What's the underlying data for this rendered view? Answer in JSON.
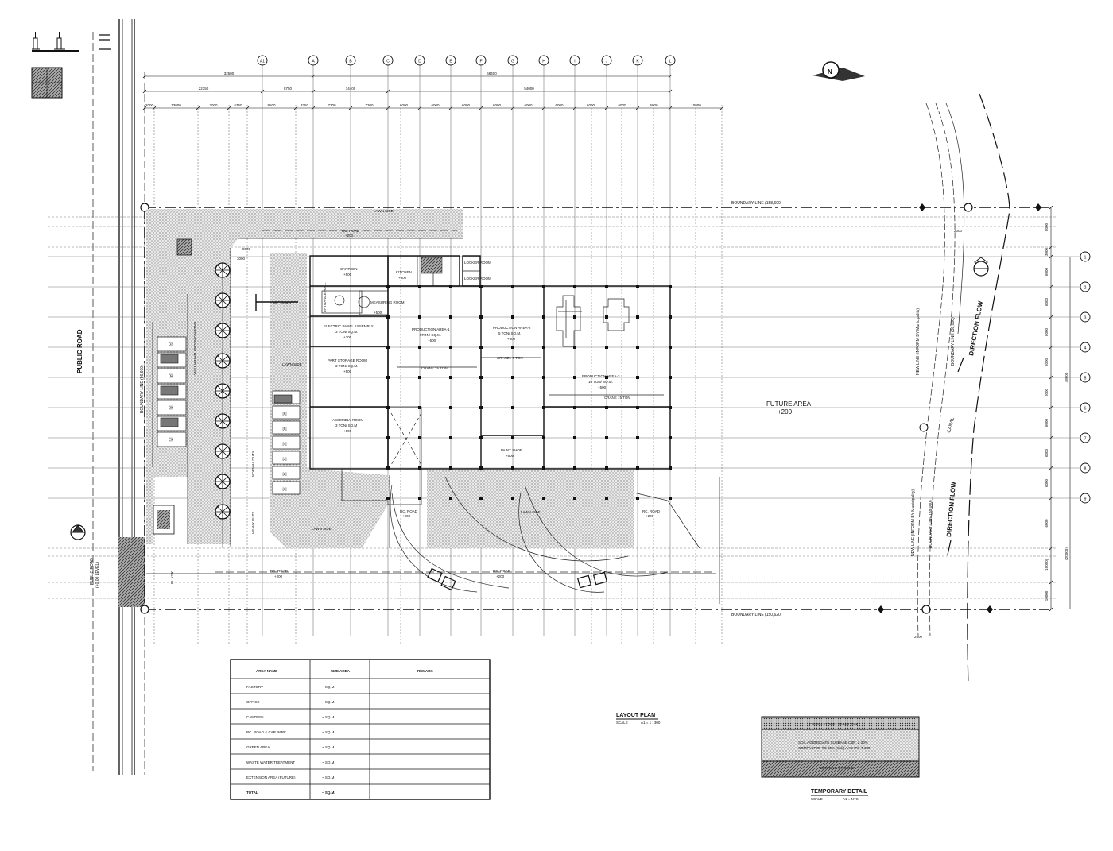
{
  "grid": {
    "columns": [
      "A1",
      "A",
      "B",
      "C",
      "D",
      "E",
      "F",
      "G",
      "H",
      "I",
      "J",
      "K",
      "L"
    ],
    "rows": [
      "1",
      "2",
      "3",
      "4",
      "5",
      "6",
      "7",
      "8",
      "9"
    ],
    "top_dims_1": [
      "32500",
      "68400"
    ],
    "top_dims_2": [
      "22350",
      "8750",
      "14400",
      "54000"
    ],
    "top_dims_3": [
      "2000",
      "13000",
      "2000",
      "6750",
      "8500",
      "3250",
      "7300",
      "7300",
      "6000",
      "6000",
      "6000",
      "6000",
      "6000",
      "6000",
      "6000",
      "6000",
      "6000",
      "10000"
    ],
    "right_dims": [
      "8000",
      "3000",
      "6000",
      "6000",
      "6000",
      "6000",
      "6000",
      "6000",
      "6000",
      "6000",
      "6000",
      "(10000)",
      "10000",
      "3000"
    ],
    "right_total": "48000",
    "right_total2": "(20000)"
  },
  "labels": {
    "public_road": "PUBLIC ROAD",
    "public_road_2": "PUBLIC ROAD",
    "public_road_level": "(+0.00 LEVEL)",
    "boundary_top": "BOUNDARY LINE (158,600)",
    "boundary_bottom": "BOUNDARY LINE (150,620)",
    "boundary_left": "BOUNDARY LINE (96,600)",
    "boundary_right": "BOUNDARY LINE (38,000)",
    "boundary_right_2": "BOUNDARY LINE (38,000)",
    "new_line_1": "NEW LINE (INFORM BY Municipality)",
    "new_line_2": "NEW LINE (INFORM BY Municipality)",
    "future_area": "FUTURE AREA",
    "future_level": "+200",
    "canal": "CANAL",
    "direction_flow_1": "DIRECTION FLOW",
    "direction_flow_2": "DIRECTION FLOW",
    "rc_road": "RC. ROAD",
    "rc_road_level": "+200",
    "lawn": "LAWN SIDE",
    "canteen": "CANTEEN",
    "canteen_level": "+500",
    "kitchen": "KITCHEN",
    "kitchen_level": "+500",
    "locker": "LOCKER ROOM",
    "entrance": "ENTRANCE HALL",
    "meeting": "MEASURING ROOM",
    "meeting_level": "+500",
    "electric": "ELECTRIC PANEL ASSEMBLY",
    "electric_load": "3 TON/ SQ.M.",
    "electric_level": "+300",
    "part_storage": "PART STORAGE ROOM",
    "part_load": "3 TON/ SQ.M.",
    "part_level": "+500",
    "assembly": "ASSEMBLY ROOM",
    "assembly_load": "3 TON/ SQ.M",
    "assembly_level": "+500",
    "prod1": "PRODUCTION AREA-1",
    "prod1_load": "5TON/ SQ.M.",
    "prod1_level": "+500",
    "prod2": "PRODUCTION AREA-2",
    "prod2_load": "5 TON/ SQ.M.",
    "prod2_level": "+500",
    "prod3": "PRODUCTION AREA-3",
    "prod3_load": "10 TON/ SQ.M.",
    "prod3_level": "+500",
    "crane_5": "CRANE : 5 TON",
    "paint": "PAINT SHOP",
    "paint_level": "+500",
    "water_tank": "UNDER GROUND WATER TANK",
    "level_200": "EL.+200",
    "normal_duty": "NORMAL DUTY",
    "heavy_duty": "HEAVY DUTY",
    "dim_2000": "2000",
    "dim_2500": "2500",
    "dim_8000": "8000",
    "dim_3000": "3000",
    "parking": [
      "[1]",
      "[2]",
      "[3]",
      "[4]",
      "[5]",
      "[6]",
      "[7]"
    ],
    "parking_left": [
      "[1]",
      "[2]",
      "[3]",
      "[4]",
      "[5]",
      "[6]",
      "[7]"
    ]
  },
  "area_table": {
    "headers": [
      "AREA NAME",
      "SIZE AREA",
      "REMARK"
    ],
    "rows": [
      [
        "FACTORY",
        "~ SQ.M.",
        ""
      ],
      [
        "OFFICE",
        "~ SQ.M.",
        ""
      ],
      [
        "CANTEEN",
        "~ SQ.M.",
        ""
      ],
      [
        "RC. ROAD & CAR PARK",
        "~ SQ.M.",
        ""
      ],
      [
        "GREEN AREA",
        "~ SQ.M.",
        ""
      ],
      [
        "WASTE WATER TREATMENT",
        "~ SQ.M.",
        ""
      ],
      [
        "EXTENSION AREA (FUTURE)",
        "~ SQ.M.",
        ""
      ],
      [
        "TOTAL",
        "~ SQ.M.",
        ""
      ]
    ]
  },
  "title_block": {
    "title": "LAYOUT PLAN",
    "scale_label": "SCALE",
    "scale_value": "A1 = 1 : 300"
  },
  "temp_detail": {
    "title": "TEMPORARY DETAIL",
    "scale_label": "SCALE",
    "scale_value": "A1 = NTS.",
    "layer_top": "CRUSH STONE : 50 MM. THK.",
    "layer_mid_1": "SOIL AGGREGATE SUBBASE CBR. ≥ 30%",
    "layer_mid_2": "COMPACTED TO 95% (Std.) AASHTO T-180",
    "layer_bottom": "EXISTING GROUND"
  },
  "north_label": "N"
}
